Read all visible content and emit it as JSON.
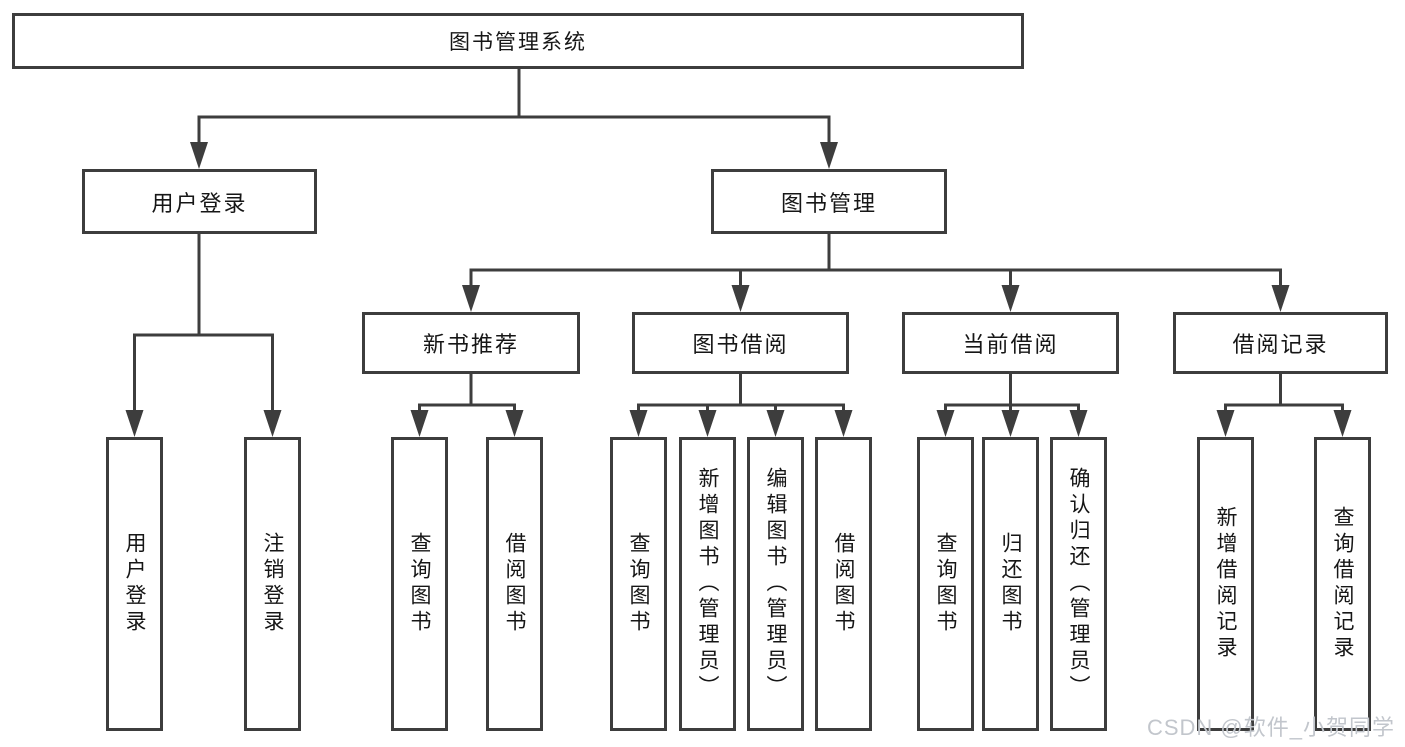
{
  "diagram": {
    "type": "hierarchy-tree",
    "tree": {
      "root": {
        "label": "图书管理系统"
      },
      "branches": [
        {
          "label": "用户登录",
          "children": [
            {
              "label": "用户登录"
            },
            {
              "label": "注销登录"
            }
          ]
        },
        {
          "label": "图书管理",
          "children": [
            {
              "label": "新书推荐",
              "children": [
                {
                  "label": "查询图书"
                },
                {
                  "label": "借阅图书"
                }
              ]
            },
            {
              "label": "图书借阅",
              "children": [
                {
                  "label": "查询图书"
                },
                {
                  "label": "新增图书（管理员）"
                },
                {
                  "label": "编辑图书（管理员）"
                },
                {
                  "label": "借阅图书"
                }
              ]
            },
            {
              "label": "当前借阅",
              "children": [
                {
                  "label": "查询图书"
                },
                {
                  "label": "归还图书"
                },
                {
                  "label": "确认归还（管理员）"
                }
              ]
            },
            {
              "label": "借阅记录",
              "children": [
                {
                  "label": "新增借阅记录"
                },
                {
                  "label": "查询借阅记录"
                }
              ]
            }
          ]
        }
      ]
    },
    "colors": {
      "line": "#3d3d3d",
      "box_border": "#3d3d3d",
      "text": "#161616",
      "background": "#ffffff",
      "watermark": "#c2c6cc"
    }
  },
  "watermark": {
    "text": "CSDN @软件_小贺同学"
  }
}
